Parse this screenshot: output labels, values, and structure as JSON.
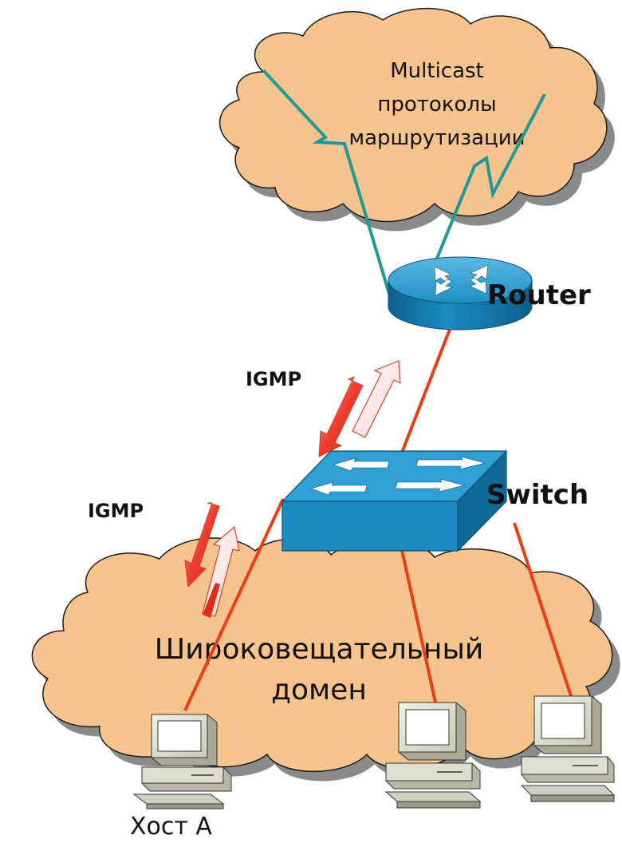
{
  "top_cloud": {
    "lines": [
      "Multicast",
      "протоколы",
      "маршрутизации"
    ]
  },
  "bottom_cloud": {
    "lines": [
      "Широковещательный",
      "домен"
    ]
  },
  "devices": {
    "router_label": "Router",
    "switch_label": "Switch",
    "host_a_label": "Хост А"
  },
  "protocol_labels": {
    "upper": "IGMP",
    "lower": "IGMP"
  },
  "colors": {
    "cloud_fill": "#f7c48d",
    "cloud_stroke": "#1a1a1a",
    "cloud_shadow": "#8a8a8a",
    "routing_line": "#1f9a96",
    "link_line": "#f03c14",
    "device_blue": "#1d93c9",
    "device_blue_dark": "#0f6a98",
    "arrow_red": "#ee3b2b"
  },
  "icons": {
    "router": "router-icon",
    "switch": "switch-icon",
    "host": "desktop-computer-icon",
    "igmp_arrows": "bidirectional-arrow-icon"
  }
}
